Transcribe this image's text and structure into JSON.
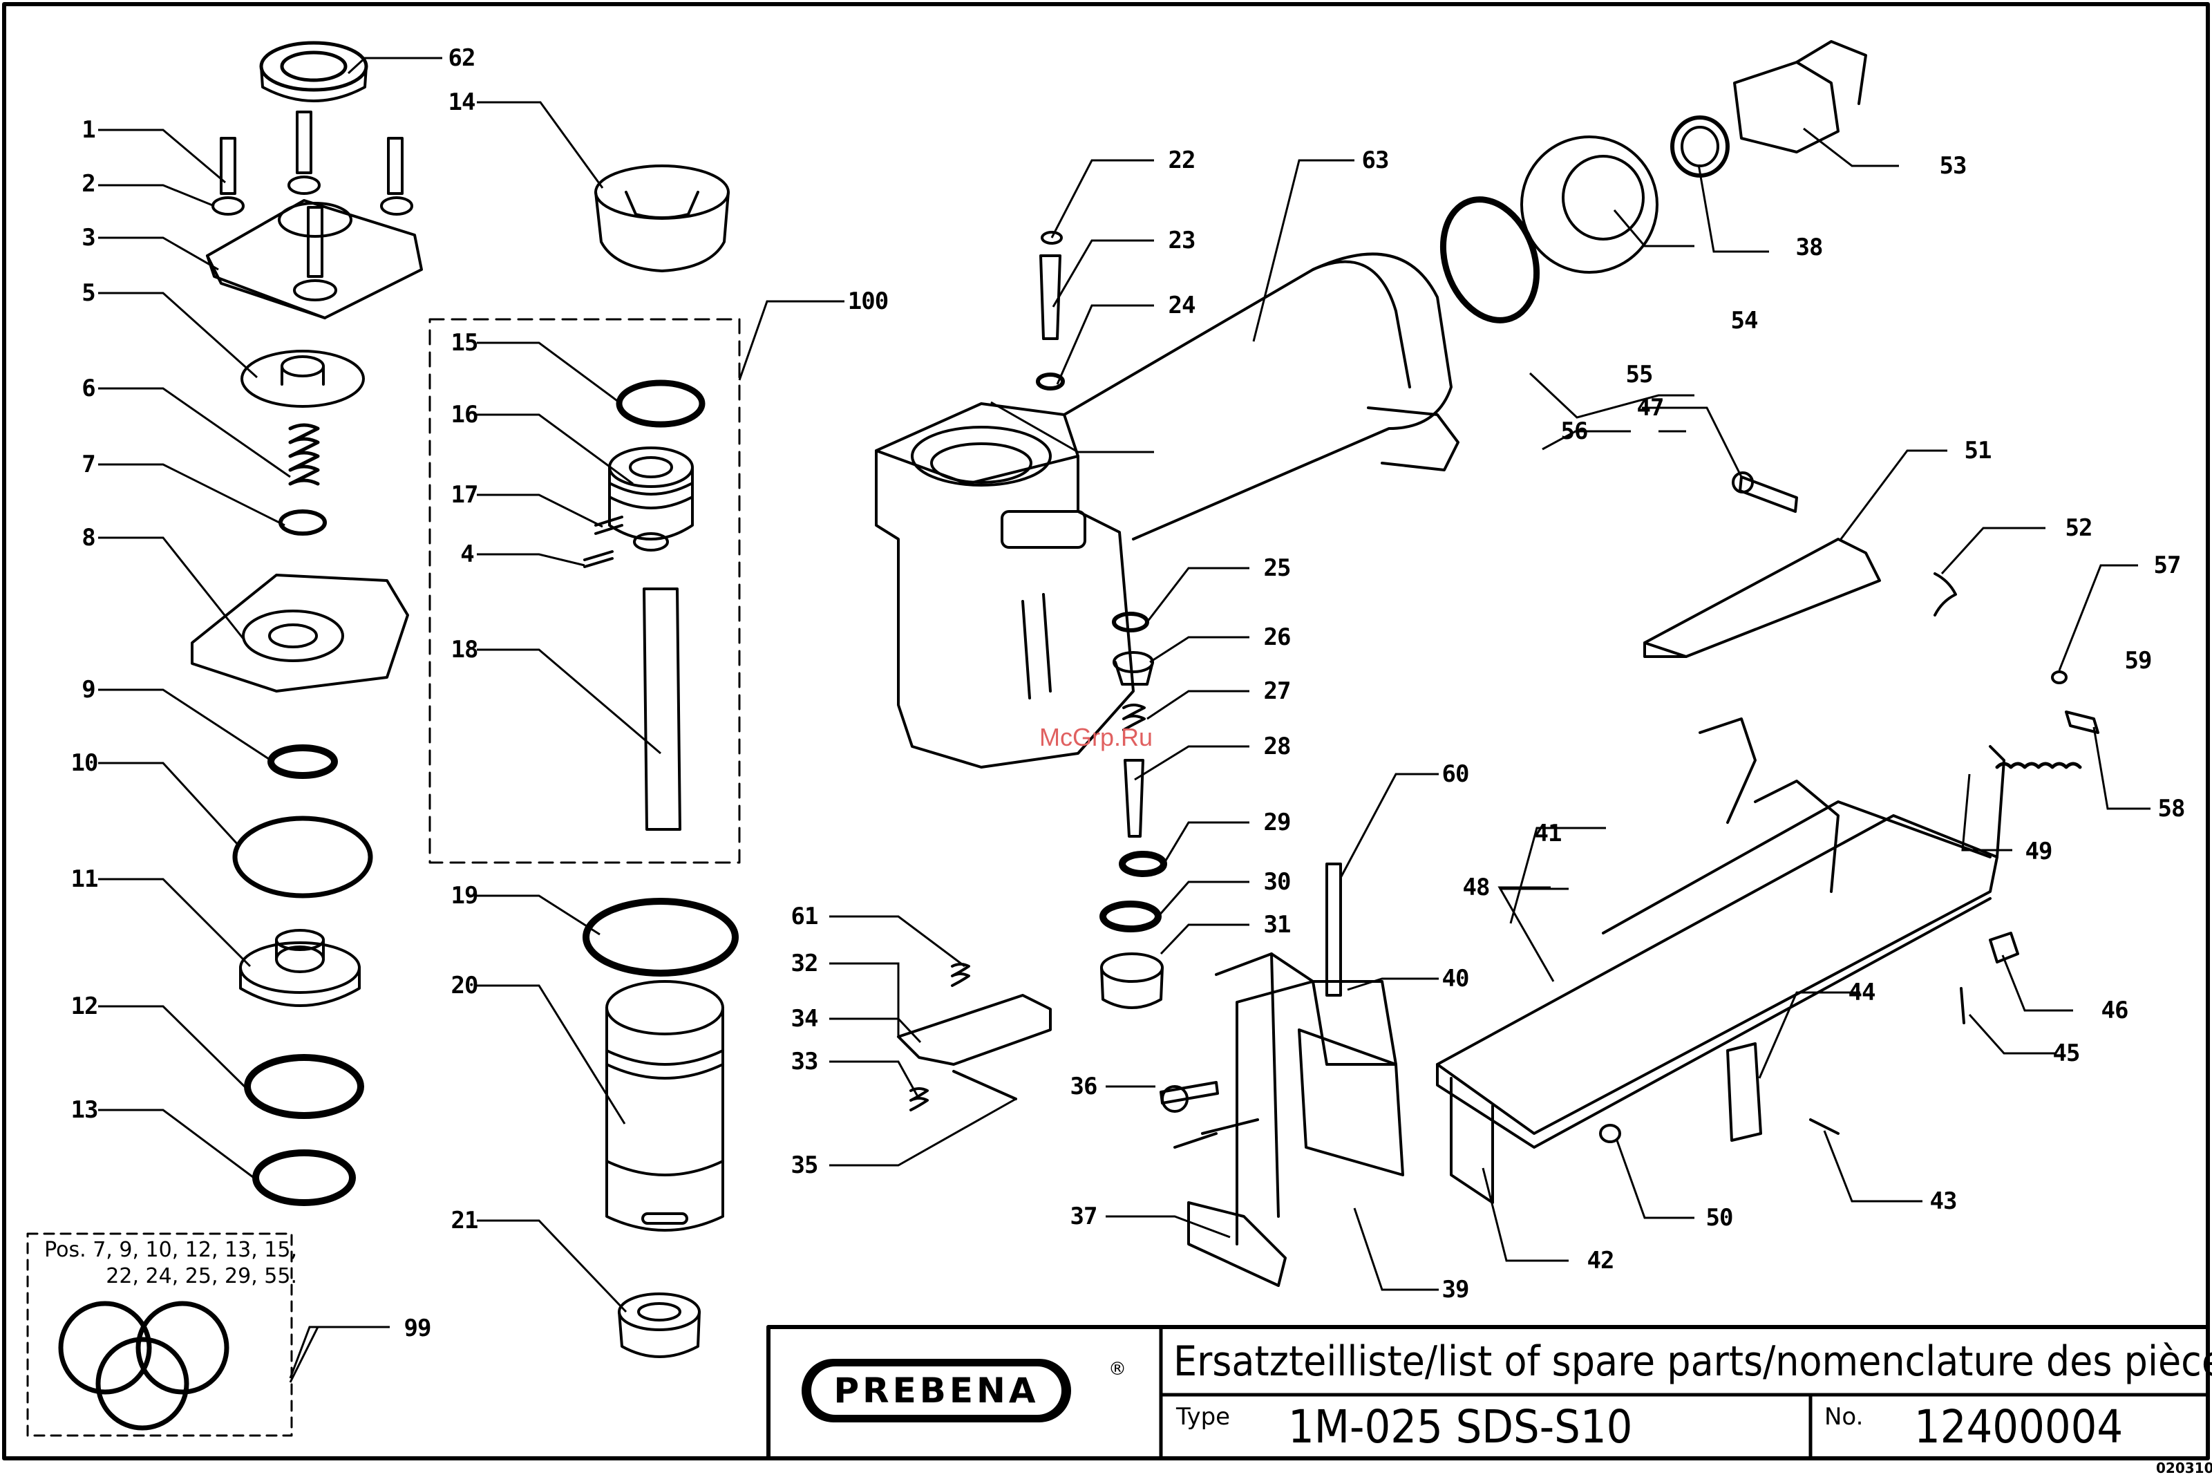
{
  "titleblock": {
    "brand": "PREBENA",
    "registered": "®",
    "title": "Ersatzteilliste/list of spare parts/nomenclature des pièces",
    "type_label": "Type",
    "type_value": "1M-025 SDS-S10",
    "no_label": "No.",
    "no_value": "12400004",
    "drawing_code": "020310"
  },
  "kit_note": {
    "line1": "Pos. 7, 9, 10, 12, 13, 15,",
    "line2": "22, 24, 25, 29, 55."
  },
  "watermark": "McGrp.Ru",
  "callouts": [
    "1",
    "2",
    "3",
    "4",
    "5",
    "6",
    "7",
    "8",
    "9",
    "10",
    "11",
    "12",
    "13",
    "14",
    "15",
    "16",
    "17",
    "18",
    "19",
    "20",
    "21",
    "22",
    "23",
    "24",
    "25",
    "26",
    "27",
    "28",
    "29",
    "30",
    "31",
    "32",
    "33",
    "34",
    "35",
    "36",
    "37",
    "38",
    "39",
    "40",
    "41",
    "42",
    "43",
    "44",
    "45",
    "46",
    "47",
    "48",
    "49",
    "50",
    "51",
    "52",
    "53",
    "54",
    "55",
    "56",
    "57",
    "58",
    "59",
    "60",
    "61",
    "62",
    "63",
    "99",
    "100"
  ]
}
